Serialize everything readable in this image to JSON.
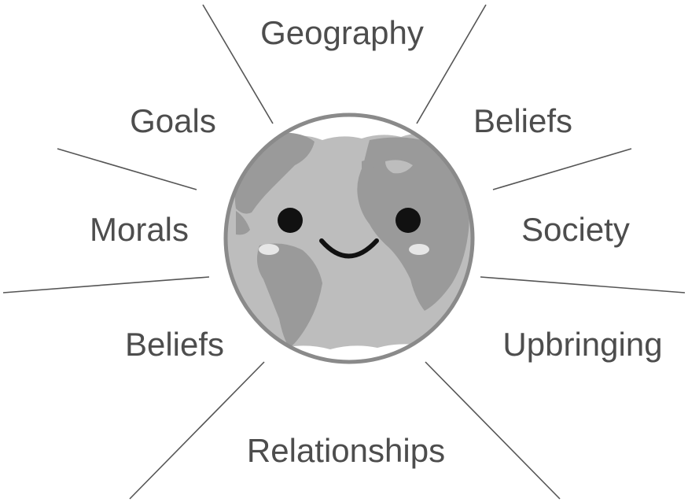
{
  "diagram": {
    "center": {
      "icon": "smiling-globe-icon"
    },
    "labels": {
      "geography": "Geography",
      "beliefs_top": "Beliefs",
      "society": "Society",
      "upbringing": "Upbringing",
      "relationships": "Relationships",
      "beliefs_bottom": "Beliefs",
      "morals": "Morals",
      "goals": "Goals"
    },
    "colors": {
      "label_text": "#4d4d4d",
      "ray_line": "#555555",
      "globe_ocean": "#bdbdbd",
      "globe_land": "#9a9a9a",
      "globe_rim": "#8a8a8a",
      "globe_ice": "#ffffff",
      "face_eyes": "#111111",
      "face_cheeks": "#e6e6e6"
    }
  }
}
